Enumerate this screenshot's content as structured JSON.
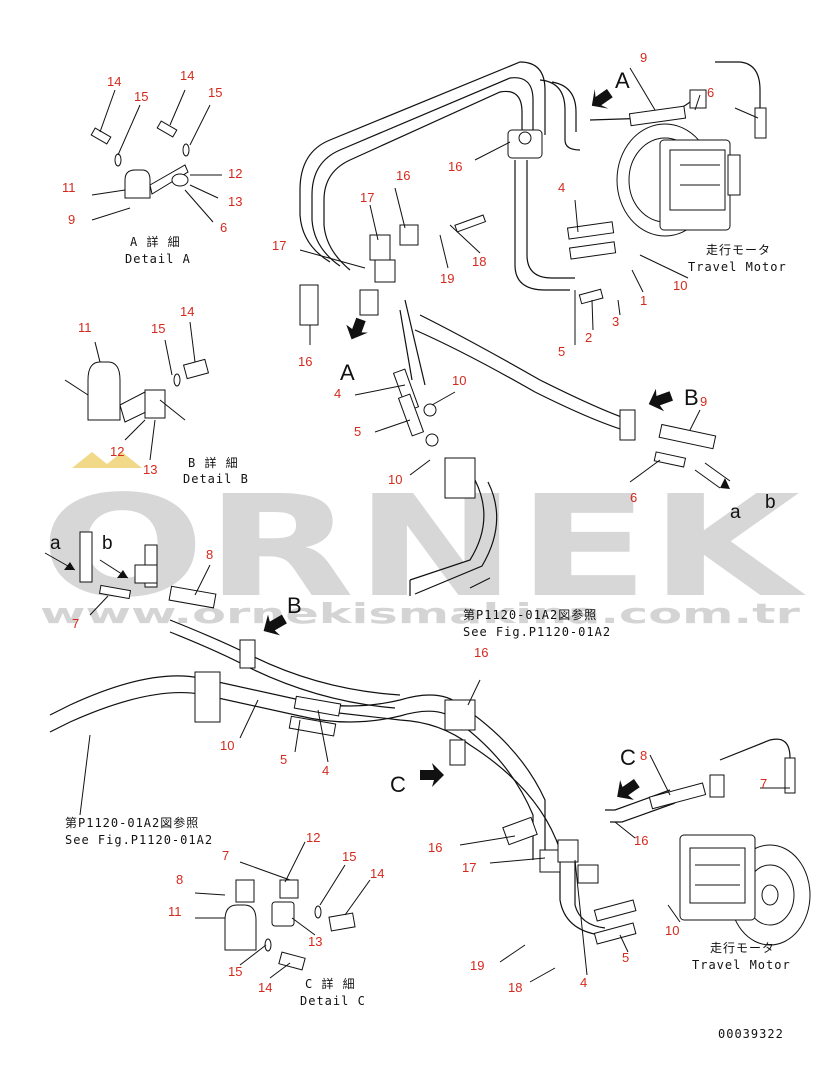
{
  "watermark": {
    "brand": "ORNEK",
    "site": "www.ornekismakina.com.tr"
  },
  "callouts": [
    {
      "id": "c1",
      "text": "14"
    },
    {
      "id": "c2",
      "text": "15"
    },
    {
      "id": "c3",
      "text": "14"
    },
    {
      "id": "c4",
      "text": "15"
    },
    {
      "id": "c5",
      "text": "12"
    },
    {
      "id": "c6",
      "text": "13"
    },
    {
      "id": "c7",
      "text": "11"
    },
    {
      "id": "c8",
      "text": "9"
    },
    {
      "id": "c9",
      "text": "6"
    },
    {
      "id": "c10",
      "text": "9"
    },
    {
      "id": "c11",
      "text": "6"
    },
    {
      "id": "c12",
      "text": "16"
    },
    {
      "id": "c13",
      "text": "16"
    },
    {
      "id": "c14",
      "text": "17"
    },
    {
      "id": "c15",
      "text": "4"
    },
    {
      "id": "c16",
      "text": "18"
    },
    {
      "id": "c17",
      "text": "19"
    },
    {
      "id": "c18",
      "text": "17"
    },
    {
      "id": "c19",
      "text": "10"
    },
    {
      "id": "c20",
      "text": "1"
    },
    {
      "id": "c21",
      "text": "3"
    },
    {
      "id": "c22",
      "text": "2"
    },
    {
      "id": "c23",
      "text": "5"
    },
    {
      "id": "c24",
      "text": "16"
    },
    {
      "id": "c25",
      "text": "4"
    },
    {
      "id": "c26",
      "text": "10"
    },
    {
      "id": "c27",
      "text": "5"
    },
    {
      "id": "c28",
      "text": "10"
    },
    {
      "id": "c29",
      "text": "9"
    },
    {
      "id": "c30",
      "text": "6"
    },
    {
      "id": "c31",
      "text": "11"
    },
    {
      "id": "c32",
      "text": "15"
    },
    {
      "id": "c33",
      "text": "14"
    },
    {
      "id": "c34",
      "text": "12"
    },
    {
      "id": "c35",
      "text": "13"
    },
    {
      "id": "c36",
      "text": "8"
    },
    {
      "id": "c37",
      "text": "7"
    },
    {
      "id": "c38",
      "text": "16"
    },
    {
      "id": "c39",
      "text": "10"
    },
    {
      "id": "c40",
      "text": "5"
    },
    {
      "id": "c41",
      "text": "4"
    },
    {
      "id": "c42",
      "text": "8"
    },
    {
      "id": "c43",
      "text": "7"
    },
    {
      "id": "c44",
      "text": "16"
    },
    {
      "id": "c45",
      "text": "16"
    },
    {
      "id": "c46",
      "text": "17"
    },
    {
      "id": "c47",
      "text": "12"
    },
    {
      "id": "c48",
      "text": "7"
    },
    {
      "id": "c49",
      "text": "15"
    },
    {
      "id": "c50",
      "text": "14"
    },
    {
      "id": "c51",
      "text": "8"
    },
    {
      "id": "c52",
      "text": "11"
    },
    {
      "id": "c53",
      "text": "13"
    },
    {
      "id": "c54",
      "text": "15"
    },
    {
      "id": "c55",
      "text": "14"
    },
    {
      "id": "c56",
      "text": "10"
    },
    {
      "id": "c57",
      "text": "5"
    },
    {
      "id": "c58",
      "text": "19"
    },
    {
      "id": "c59",
      "text": "18"
    },
    {
      "id": "c60",
      "text": "4"
    }
  ],
  "view_letters": [
    {
      "id": "v1",
      "text": "A"
    },
    {
      "id": "v2",
      "text": "A"
    },
    {
      "id": "v3",
      "text": "B"
    },
    {
      "id": "v4",
      "text": "B"
    },
    {
      "id": "v5",
      "text": "C"
    },
    {
      "id": "v6",
      "text": "C"
    },
    {
      "id": "v7",
      "text": "a"
    },
    {
      "id": "v8",
      "text": "b"
    },
    {
      "id": "v9",
      "text": "a"
    },
    {
      "id": "v10",
      "text": "b"
    }
  ],
  "labels": {
    "detail_a_jp": "A 詳 細",
    "detail_a_en": "Detail A",
    "detail_b_jp": "B 詳 細",
    "detail_b_en": "Detail B",
    "detail_c_jp": "C 詳 細",
    "detail_c_en": "Detail C",
    "travel_motor_jp": "走行モータ",
    "travel_motor_en": "Travel Motor",
    "see_fig_jp": "第P1120-01A2図参照",
    "see_fig_en": "See Fig.P1120-01A2",
    "drawing_number": "00039322"
  }
}
